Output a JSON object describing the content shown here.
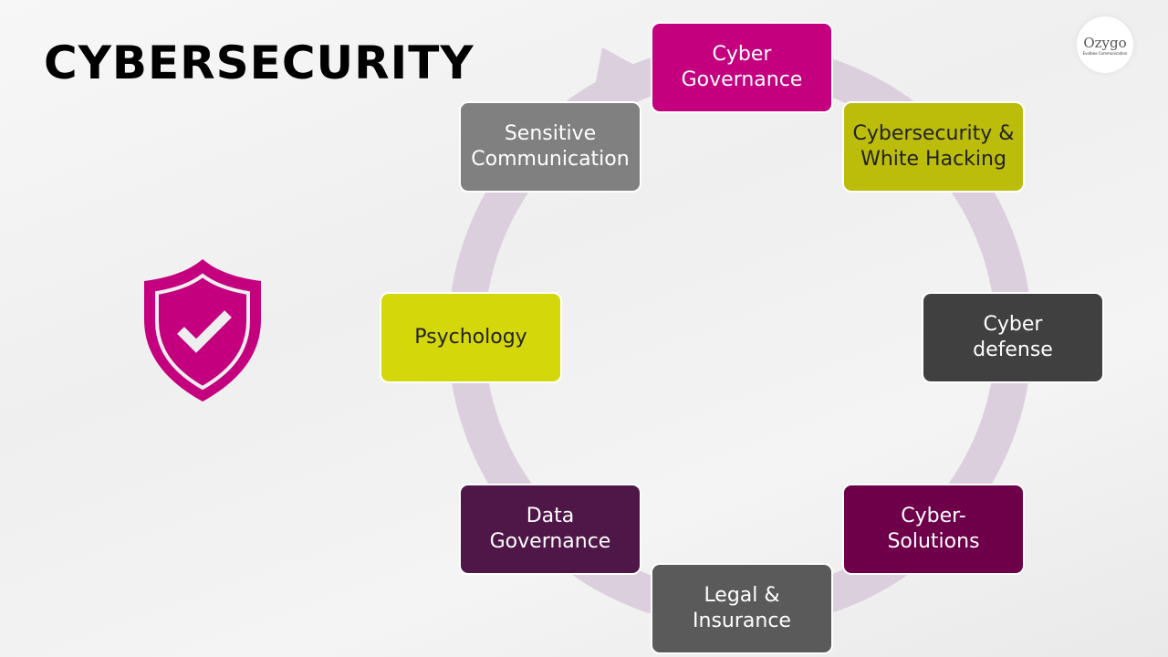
{
  "title": "CYBERSECURITY",
  "logo": {
    "name": "Ozygo",
    "tagline": "Evolbee Communication"
  },
  "ring_color": "#dccfdd",
  "nodes": [
    {
      "label": "Cyber Governance",
      "color": "#c4007f",
      "text": "light"
    },
    {
      "label": "Cybersecurity & White Hacking",
      "color": "#bcbd0a",
      "text": "dark"
    },
    {
      "label": "Cyber defense",
      "color": "#404040",
      "text": "light"
    },
    {
      "label": "Cyber-Solutions",
      "color": "#6e004a",
      "text": "light"
    },
    {
      "label": "Legal & Insurance",
      "color": "#5a5a5a",
      "text": "light"
    },
    {
      "label": "Data Governance",
      "color": "#4f1748",
      "text": "light"
    },
    {
      "label": "Psychology",
      "color": "#d4d80a",
      "text": "dark"
    },
    {
      "label": "Sensitive Communication",
      "color": "#808080",
      "text": "light"
    }
  ],
  "shield_color": "#c4007f"
}
